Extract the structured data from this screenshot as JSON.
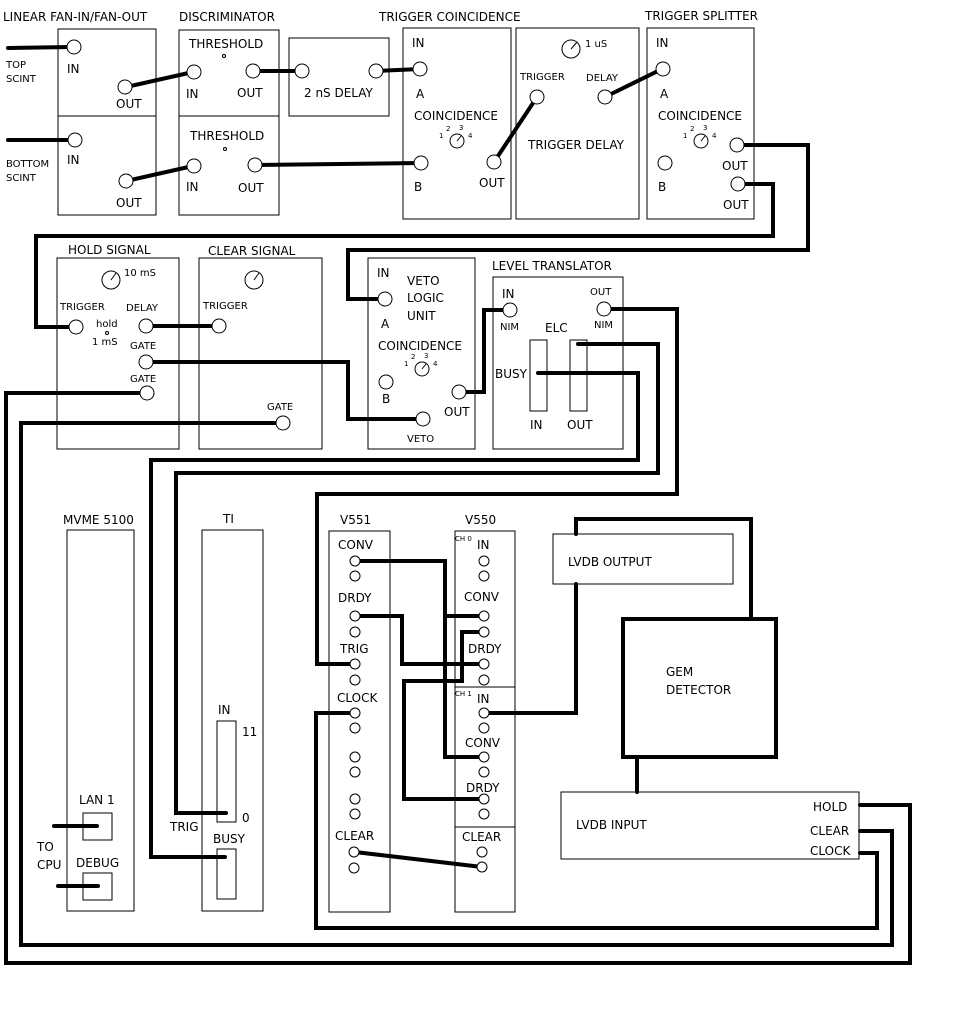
{
  "title": "Trigger and readout wiring diagram",
  "modules": {
    "fan": {
      "title": "LINEAR FAN-IN/FAN-OUT",
      "in1": "IN",
      "out1": "OUT",
      "in2": "IN",
      "out2": "OUT"
    },
    "scint": {
      "top_line1": "TOP",
      "top_line2": "SCINT",
      "bottom_line1": "BOTTOM",
      "bottom_line2": "SCINT"
    },
    "disc": {
      "title": "DISCRIMINATOR",
      "thr1": "THRESHOLD",
      "in1": "IN",
      "out1": "OUT",
      "thr2": "THRESHOLD",
      "in2": "IN",
      "out2": "OUT"
    },
    "delay2ns": {
      "label": "2 nS DELAY"
    },
    "tc": {
      "title": "TRIGGER COINCIDENCE",
      "in": "IN",
      "a": "A",
      "coincidence": "COINCIDENCE",
      "b": "B",
      "out": "OUT"
    },
    "td": {
      "time": "1 uS",
      "trigger": "TRIGGER",
      "delay": "DELAY",
      "label": "TRIGGER DELAY"
    },
    "ts": {
      "title": "TRIGGER SPLITTER",
      "in": "IN",
      "a": "A",
      "coincidence": "COINCIDENCE",
      "out1": "OUT",
      "b": "B",
      "out2": "OUT"
    },
    "hold": {
      "title": "HOLD SIGNAL",
      "time": "10 mS",
      "trigger": "TRIGGER",
      "delay": "DELAY",
      "hold": "hold",
      "hold_time": "1 mS",
      "gate1": "GATE",
      "gate2": "GATE"
    },
    "clear": {
      "title": "CLEAR SIGNAL",
      "trigger": "TRIGGER",
      "gate": "GATE"
    },
    "veto": {
      "in": "IN",
      "l1": "VETO",
      "l2": "LOGIC",
      "l3": "UNIT",
      "a": "A",
      "coincidence": "COINCIDENCE",
      "b": "B",
      "out": "OUT",
      "veto": "VETO"
    },
    "lt": {
      "title": "LEVEL TRANSLATOR",
      "in": "IN",
      "nim_in": "NIM",
      "out": "OUT",
      "nim_out": "NIM",
      "elc": "ELC",
      "busy": "BUSY",
      "in_bottom": "IN",
      "out_bottom": "OUT"
    },
    "mvme": {
      "title": "MVME 5100",
      "lan": "LAN 1",
      "to": "TO",
      "cpu": "CPU",
      "debug": "DEBUG"
    },
    "ti": {
      "title": "TI",
      "in": "IN",
      "n11": "11",
      "n0": "0",
      "trig": "TRIG",
      "busy": "BUSY"
    },
    "v551": {
      "title": "V551",
      "conv": "CONV",
      "drdy": "DRDY",
      "trig": "TRIG",
      "clock": "CLOCK",
      "clear": "CLEAR"
    },
    "v550": {
      "title": "V550",
      "ch0": "CH 0",
      "in0": "IN",
      "conv0": "CONV",
      "drdy0": "DRDY",
      "ch1": "CH 1",
      "in1": "IN",
      "conv1": "CONV",
      "drdy1": "DRDY",
      "clear": "CLEAR"
    },
    "lvdb_out": {
      "label": "LVDB OUTPUT"
    },
    "gem": {
      "l1": "GEM",
      "l2": "DETECTOR"
    },
    "lvdb_in": {
      "label": "LVDB INPUT",
      "hold": "HOLD",
      "clear": "CLEAR",
      "clock": "CLOCK"
    }
  },
  "coincidence_digits": [
    "1",
    "2",
    "3",
    "4"
  ]
}
